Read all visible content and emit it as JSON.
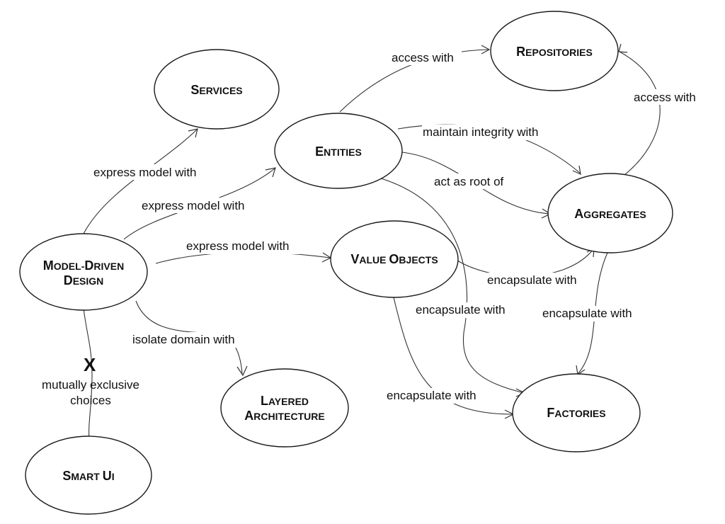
{
  "nodes": {
    "repositories": "Repositories",
    "services": "Services",
    "entities": "Entities",
    "aggregates": "Aggregates",
    "model_driven_design": [
      "Model-Driven",
      "Design"
    ],
    "value_objects": "Value Objects",
    "layered_architecture": [
      "Layered",
      "Architecture"
    ],
    "factories": "Factories",
    "smart_ui": "Smart UI"
  },
  "edges": {
    "entities_repositories": "access with",
    "aggregates_repositories": "access with",
    "mdd_services": "express model with",
    "mdd_entities": "express model with",
    "mdd_value_objects": "express model with",
    "entities_aggregates_integrity": "maintain integrity with",
    "entities_aggregates_root": "act as root of",
    "value_objects_aggregates": "encapsulate with",
    "entities_factories": "encapsulate with",
    "aggregates_factories": "encapsulate with",
    "value_objects_factories": "encapsulate with",
    "mdd_layered": "isolate domain with",
    "mdd_smart_ui": [
      "mutually exclusive",
      "choices"
    ],
    "exclusive_marker": "X"
  }
}
